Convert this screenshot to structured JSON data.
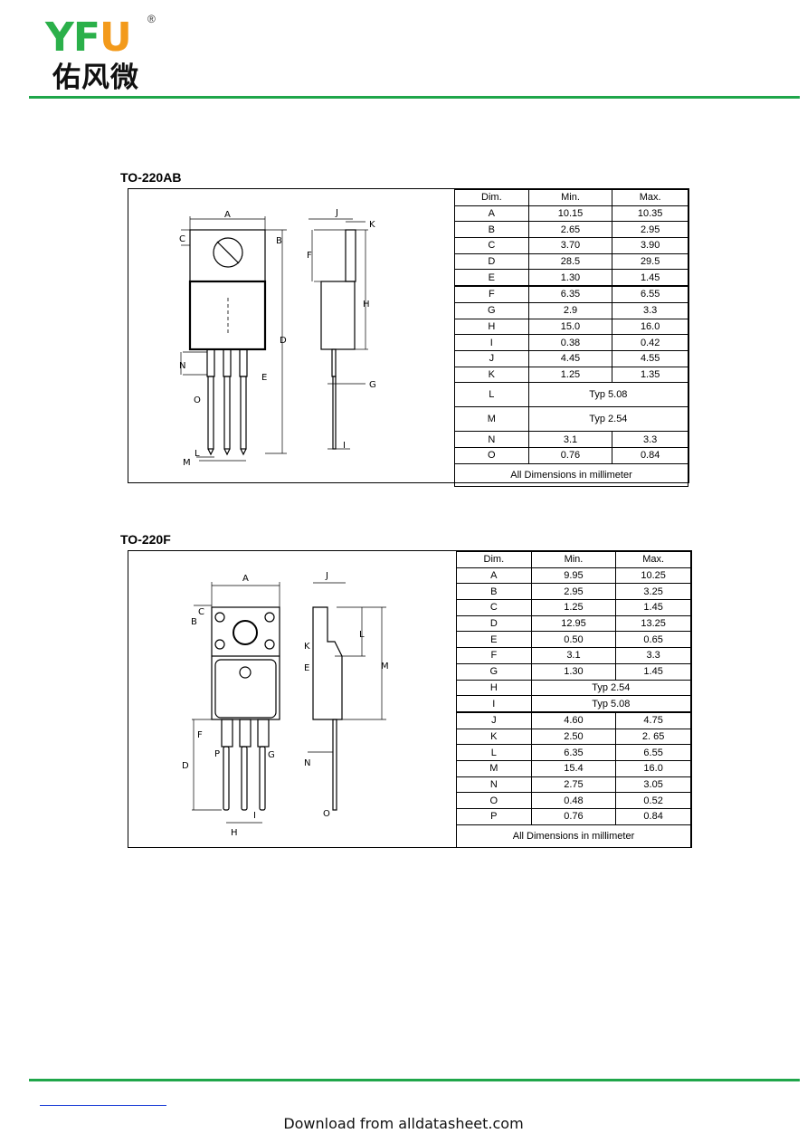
{
  "header": {
    "logo_latin_y": "Y",
    "logo_latin_f": "F",
    "logo_latin_u": "U",
    "logo_registered": "®",
    "logo_chinese": "佑风微"
  },
  "colors": {
    "rule": "#1fa64a",
    "logo_green": "#2bb04a",
    "logo_orange": "#f39a1b"
  },
  "section1": {
    "title": "TO-220AB",
    "table_header": [
      "Dim.",
      "Min.",
      "Max."
    ],
    "rows": [
      {
        "dim": "A",
        "min": "10.15",
        "max": "10.35"
      },
      {
        "dim": "B",
        "min": "2.65",
        "max": "2.95"
      },
      {
        "dim": "C",
        "min": "3.70",
        "max": "3.90"
      },
      {
        "dim": "D",
        "min": "28.5",
        "max": "29.5"
      },
      {
        "dim": "E",
        "min": "1.30",
        "max": "1.45"
      },
      {
        "dim": "F",
        "min": "6.35",
        "max": "6.55"
      },
      {
        "dim": "G",
        "min": "2.9",
        "max": "3.3"
      },
      {
        "dim": "H",
        "min": "15.0",
        "max": "16.0"
      },
      {
        "dim": "I",
        "min": "0.38",
        "max": "0.42"
      },
      {
        "dim": "J",
        "min": "4.45",
        "max": "4.55"
      },
      {
        "dim": "K",
        "min": "1.25",
        "max": "1.35"
      },
      {
        "dim": "L",
        "typ": "Typ 5.08"
      },
      {
        "dim": "M",
        "typ": "Typ 2.54"
      },
      {
        "dim": "N",
        "min": "3.1",
        "max": "3.3"
      },
      {
        "dim": "O",
        "min": "0.76",
        "max": "0.84"
      }
    ],
    "footer": "All Dimensions in millimeter",
    "drawing_labels": [
      "A",
      "B",
      "C",
      "D",
      "E",
      "F",
      "G",
      "H",
      "I",
      "J",
      "K",
      "L",
      "M",
      "N",
      "O"
    ]
  },
  "section2": {
    "title": "TO-220F",
    "table_header": [
      "Dim.",
      "Min.",
      "Max."
    ],
    "rows": [
      {
        "dim": "A",
        "min": "9.95",
        "max": "10.25"
      },
      {
        "dim": "B",
        "min": "2.95",
        "max": "3.25"
      },
      {
        "dim": "C",
        "min": "1.25",
        "max": "1.45"
      },
      {
        "dim": "D",
        "min": "12.95",
        "max": "13.25"
      },
      {
        "dim": "E",
        "min": "0.50",
        "max": "0.65"
      },
      {
        "dim": "F",
        "min": "3.1",
        "max": "3.3"
      },
      {
        "dim": "G",
        "min": "1.30",
        "max": "1.45"
      },
      {
        "dim": "H",
        "typ": "Typ 2.54"
      },
      {
        "dim": "I",
        "typ": "Typ 5.08"
      },
      {
        "dim": "J",
        "min": "4.60",
        "max": "4.75"
      },
      {
        "dim": "K",
        "min": "2.50",
        "max": "2. 65"
      },
      {
        "dim": "L",
        "min": "6.35",
        "max": "6.55"
      },
      {
        "dim": "M",
        "min": "15.4",
        "max": "16.0"
      },
      {
        "dim": "N",
        "min": "2.75",
        "max": "3.05"
      },
      {
        "dim": "O",
        "min": "0.48",
        "max": "0.52"
      },
      {
        "dim": "P",
        "min": "0.76",
        "max": "0.84"
      }
    ],
    "footer": "All Dimensions in millimeter",
    "drawing_labels": [
      "A",
      "B",
      "C",
      "D",
      "E",
      "F",
      "G",
      "H",
      "I",
      "J",
      "K",
      "L",
      "M",
      "N",
      "O",
      "P"
    ]
  },
  "footer": {
    "download_text": "Download from alldatasheet.com"
  }
}
